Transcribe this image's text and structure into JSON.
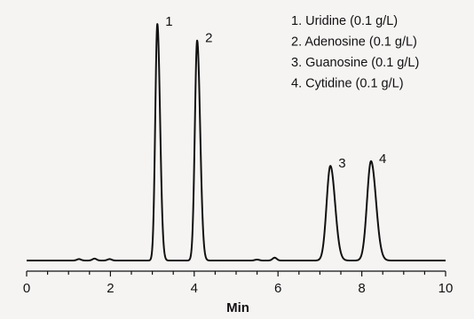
{
  "chart_data": {
    "type": "line",
    "title": "",
    "xlabel": "Min",
    "ylabel": "",
    "xlim": [
      0,
      10
    ],
    "ylim": [
      0,
      1
    ],
    "x_ticks": [
      "0",
      "2",
      "4",
      "6",
      "8",
      "10"
    ],
    "grid": false,
    "line_color": "#111111",
    "background": "#f6f4f3",
    "baseline": 0.0,
    "peaks": [
      {
        "label": "1",
        "retention_time": 3.12,
        "height": 1.0,
        "sigma": 0.05,
        "tail": 1.3
      },
      {
        "label": "2",
        "retention_time": 4.07,
        "height": 0.93,
        "sigma": 0.055,
        "tail": 1.3
      },
      {
        "label": "3",
        "retention_time": 7.25,
        "height": 0.4,
        "sigma": 0.09,
        "tail": 1.25
      },
      {
        "label": "4",
        "retention_time": 8.22,
        "height": 0.42,
        "sigma": 0.095,
        "tail": 1.25
      }
    ],
    "noise_bumps": [
      {
        "x": 1.25,
        "height": 0.006
      },
      {
        "x": 1.62,
        "height": 0.008
      },
      {
        "x": 1.98,
        "height": 0.006
      },
      {
        "x": 5.5,
        "height": 0.004
      },
      {
        "x": 5.92,
        "height": 0.012
      }
    ],
    "legend": [
      "1.  Uridine (0.1 g/L)",
      "2.  Adenosine (0.1 g/L)",
      "3.  Guanosine (0.1 g/L)",
      "4.  Cytidine (0.1 g/L)"
    ],
    "legend_placement": "top-right"
  }
}
